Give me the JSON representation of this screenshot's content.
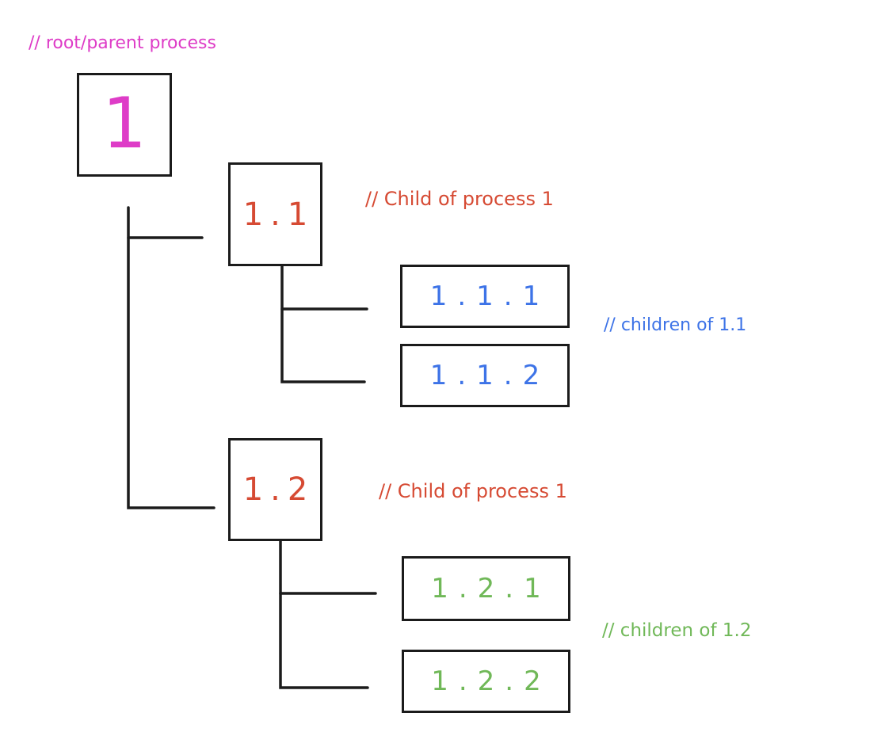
{
  "palette": {
    "background": "#ffffff",
    "line": "#1b1b1b",
    "magenta": "#de3cc7",
    "red": "#d64a33",
    "blue": "#3d73e7",
    "green": "#70b858"
  },
  "annotations": {
    "root": {
      "text": "// root/parent process",
      "color": "#de3cc7"
    },
    "child_1_1": {
      "text": "// Child of process 1",
      "color": "#d64a33"
    },
    "children_1_1": {
      "text": "// children of 1.1",
      "color": "#3d73e7"
    },
    "child_1_2": {
      "text": "// Child of process 1",
      "color": "#d64a33"
    },
    "children_1_2": {
      "text": "// children of 1.2",
      "color": "#70b858"
    }
  },
  "nodes": {
    "n1": {
      "label": "1",
      "color": "#de3cc7"
    },
    "n1_1": {
      "label": "1.1",
      "color": "#d64a33"
    },
    "n1_1_1": {
      "label": "1.1.1",
      "color": "#3d73e7"
    },
    "n1_1_2": {
      "label": "1.1.2",
      "color": "#3d73e7"
    },
    "n1_2": {
      "label": "1.2",
      "color": "#d64a33"
    },
    "n1_2_1": {
      "label": "1.2.1",
      "color": "#70b858"
    },
    "n1_2_2": {
      "label": "1.2.2",
      "color": "#70b858"
    }
  }
}
